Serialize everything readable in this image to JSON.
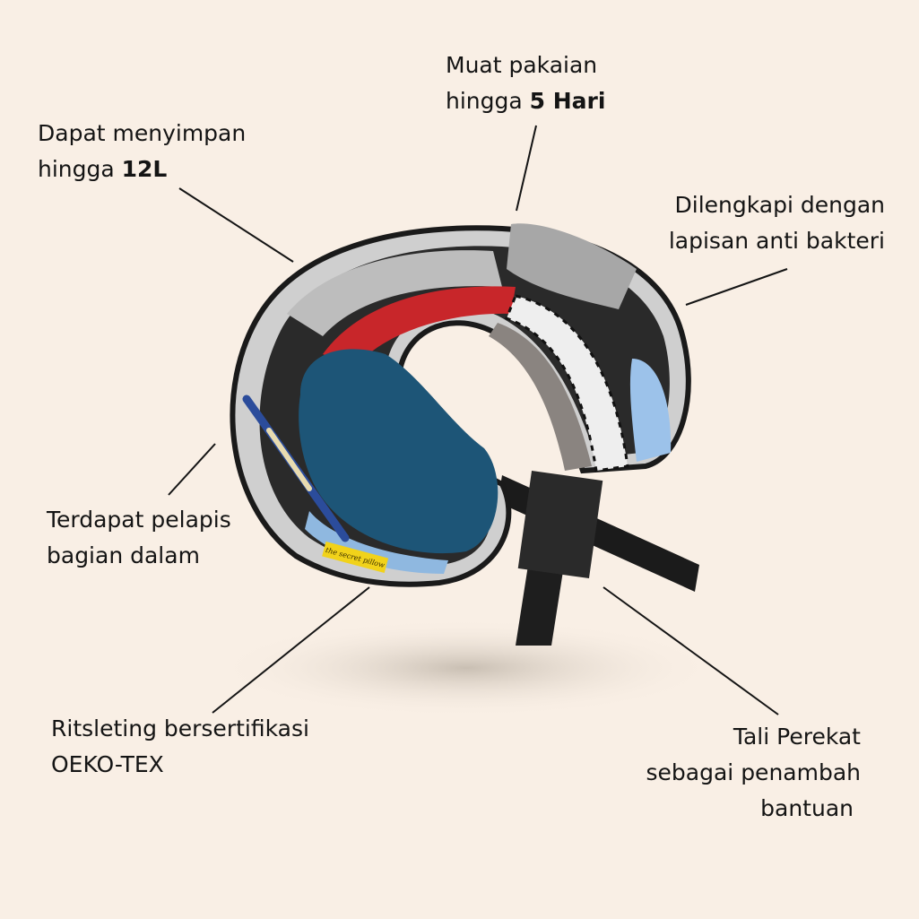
{
  "colors": {
    "background": "#f9efe5",
    "text": "#141414"
  },
  "callouts": {
    "capacity": {
      "line1": "Dapat menyimpan",
      "line2_prefix": "hingga ",
      "line2_bold": "12L"
    },
    "clothes": {
      "line1": "Muat pakaian",
      "line2_prefix": "hingga ",
      "line2_bold": "5 Hari"
    },
    "antibacterial": {
      "line1": "Dilengkapi dengan",
      "line2": "lapisan anti bakteri"
    },
    "lining": {
      "line1": "Terdapat pelapis",
      "line2": "bagian dalam"
    },
    "zipper": {
      "line1": "Ritsleting bersertifikasi",
      "line2": "OEKO-TEX"
    },
    "strap": {
      "line1": "Tali Perekat",
      "line2": "sebagai penambah",
      "line3": "bantuan"
    }
  },
  "product": {
    "tag_text": "the secret pillow"
  }
}
